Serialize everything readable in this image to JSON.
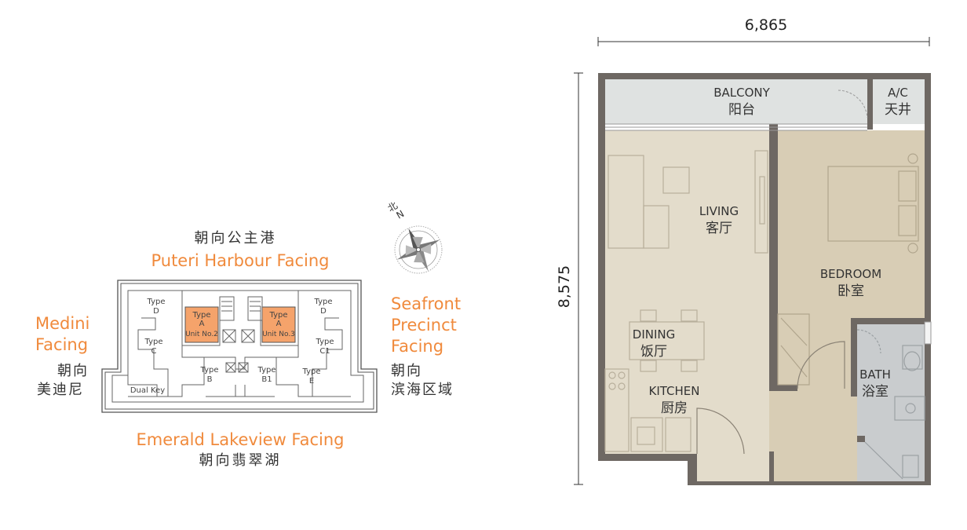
{
  "key_plan": {
    "top_cn": "朝向公主港",
    "top_en": "Puteri Harbour Facing",
    "left_en_1": "Medini",
    "left_en_2": "Facing",
    "left_cn_1": "朝向",
    "left_cn_2": "美迪尼",
    "right_en_1": "Seafront",
    "right_en_2": "Precinct",
    "right_en_3": "Facing",
    "right_cn_1": "朝向",
    "right_cn_2": "滨海区域",
    "bottom_en": "Emerald Lakeview Facing",
    "bottom_cn": "朝向翡翠湖",
    "compass_north": "北",
    "compass_n": "N",
    "units": {
      "type_word": "Type",
      "d": "D",
      "a": "A",
      "c": "C",
      "c1": "C1",
      "b": "B",
      "b1": "B1",
      "e": "E",
      "unit2": "Unit No.2",
      "unit3": "Unit No.3",
      "dual_key": "Dual Key"
    },
    "colors": {
      "highlight": "#f5a36b",
      "accent_text": "#f08a3c"
    }
  },
  "floor_plan": {
    "width_dim": "6,865",
    "height_dim": "8,575",
    "rooms": {
      "balcony_en": "BALCONY",
      "balcony_cn": "阳台",
      "ac_en": "A/C",
      "ac_cn": "天井",
      "living_en": "LIVING",
      "living_cn": "客厅",
      "bedroom_en": "BEDROOM",
      "bedroom_cn": "卧室",
      "dining_en": "DINING",
      "dining_cn": "饭厅",
      "kitchen_en": "KITCHEN",
      "kitchen_cn": "厨房",
      "bath_en": "BATH",
      "bath_cn": "浴室"
    },
    "colors": {
      "wall": "#6e6863",
      "living_floor": "#e3dccb",
      "bedroom_floor": "#d8cdb5",
      "balcony_floor": "#dfe2e1",
      "bath_floor": "#c9ccce"
    }
  }
}
